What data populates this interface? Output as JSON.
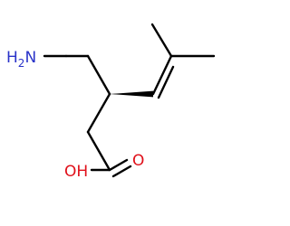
{
  "molecule": {
    "atoms": {
      "amine": {
        "label": "H2N",
        "main": "H",
        "sub": "2",
        "tail": "N",
        "color": "#2a33c9"
      },
      "oxygen_carbonyl": {
        "label": "O",
        "color": "#e0101a"
      },
      "oxygen_hydroxyl": {
        "label": "OH",
        "color": "#e0101a"
      }
    },
    "stereo_bond": "wedge"
  }
}
